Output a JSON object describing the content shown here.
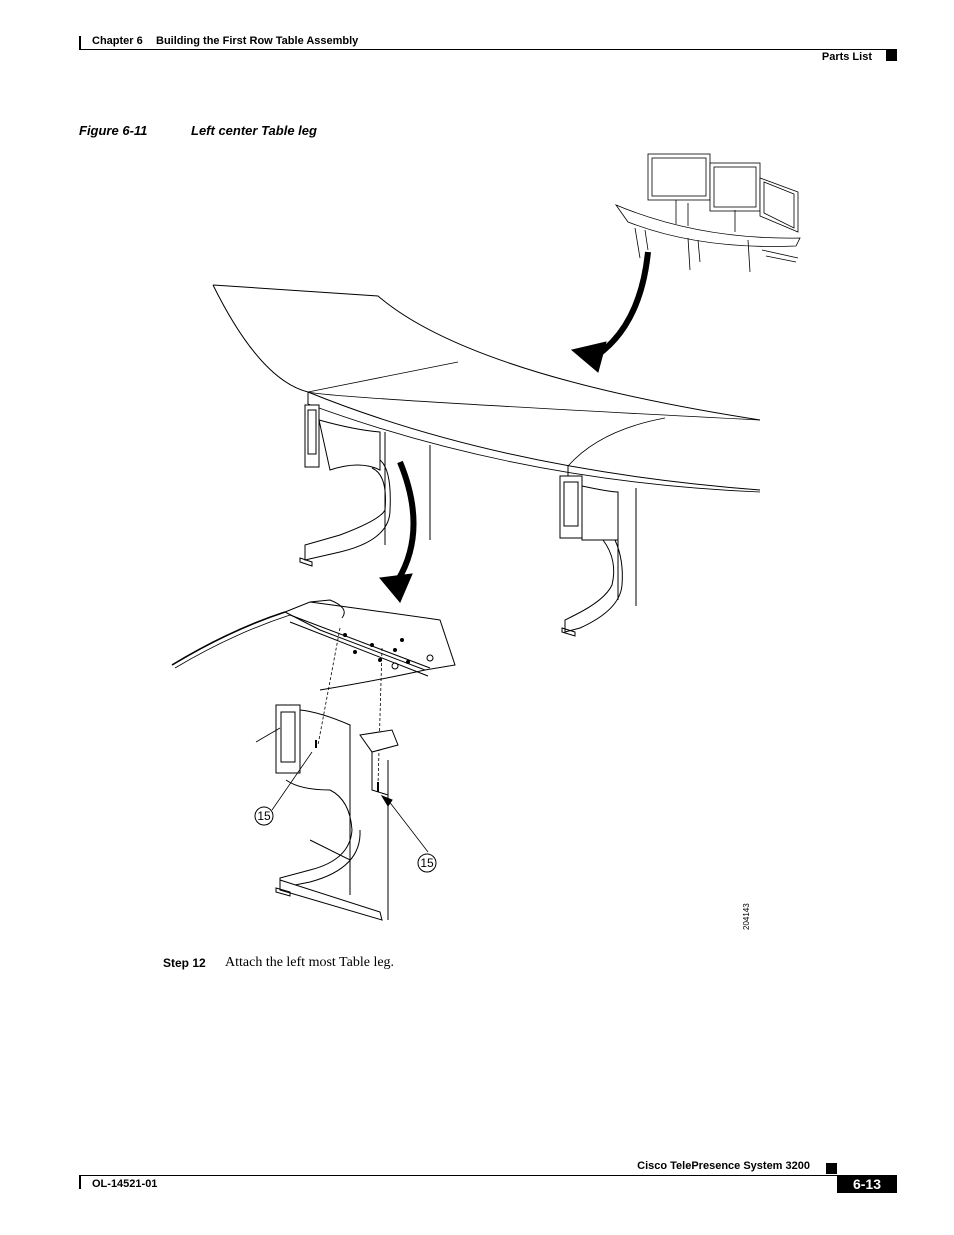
{
  "header": {
    "chapter": "Chapter 6",
    "title": "Building the First Row Table Assembly",
    "section": "Parts List"
  },
  "figure": {
    "number": "Figure 6-11",
    "title": "Left center Table leg",
    "callouts": [
      "15",
      "15"
    ],
    "figure_id": "204143"
  },
  "step": {
    "label": "Step 12",
    "text": "Attach the left most Table leg."
  },
  "footer": {
    "product": "Cisco TelePresence System 3200",
    "doc_number": "OL-14521-01",
    "page": "6-13"
  }
}
